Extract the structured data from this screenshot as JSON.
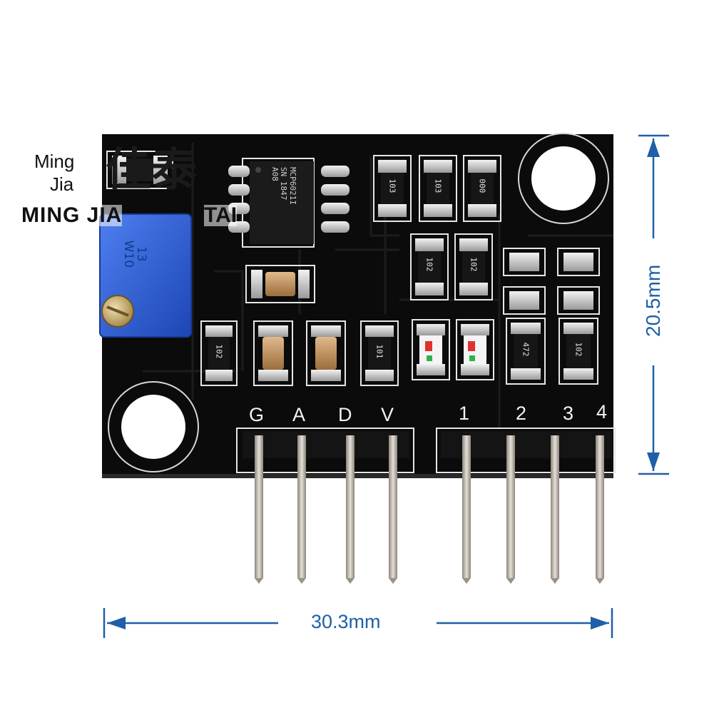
{
  "dimensions": {
    "width_label": "30.3mm",
    "height_label": "20.5mm"
  },
  "pins": {
    "left_header": [
      "G",
      "A",
      "D",
      "V"
    ],
    "right_header": [
      "1",
      "2",
      "3",
      "4"
    ]
  },
  "components": {
    "potentiometer_code": [
      "13",
      "W10"
    ],
    "ic_marking": [
      "MCP6021I",
      "SN 1847",
      "A08"
    ],
    "resistors": {
      "r_103_a": "103",
      "r_103_b": "103",
      "r_000": "000",
      "r_102_a": "102",
      "r_102_b": "102",
      "r_102_c": "102",
      "r_101": "101",
      "r_472": "472",
      "r_102_d": "102"
    }
  },
  "watermark": {
    "line1": "Ming",
    "line2": "Jia",
    "line3": "MING JIA",
    "line4": "TAI",
    "glyphs": "佳泰"
  },
  "colors": {
    "pcb": "#0b0b0b",
    "dimension": "#1f5fa8",
    "silkscreen": "#e6e6e6",
    "potentiometer": "#2a5bd0",
    "pins": "#b9b0a6",
    "led": "#f4f4f4"
  }
}
